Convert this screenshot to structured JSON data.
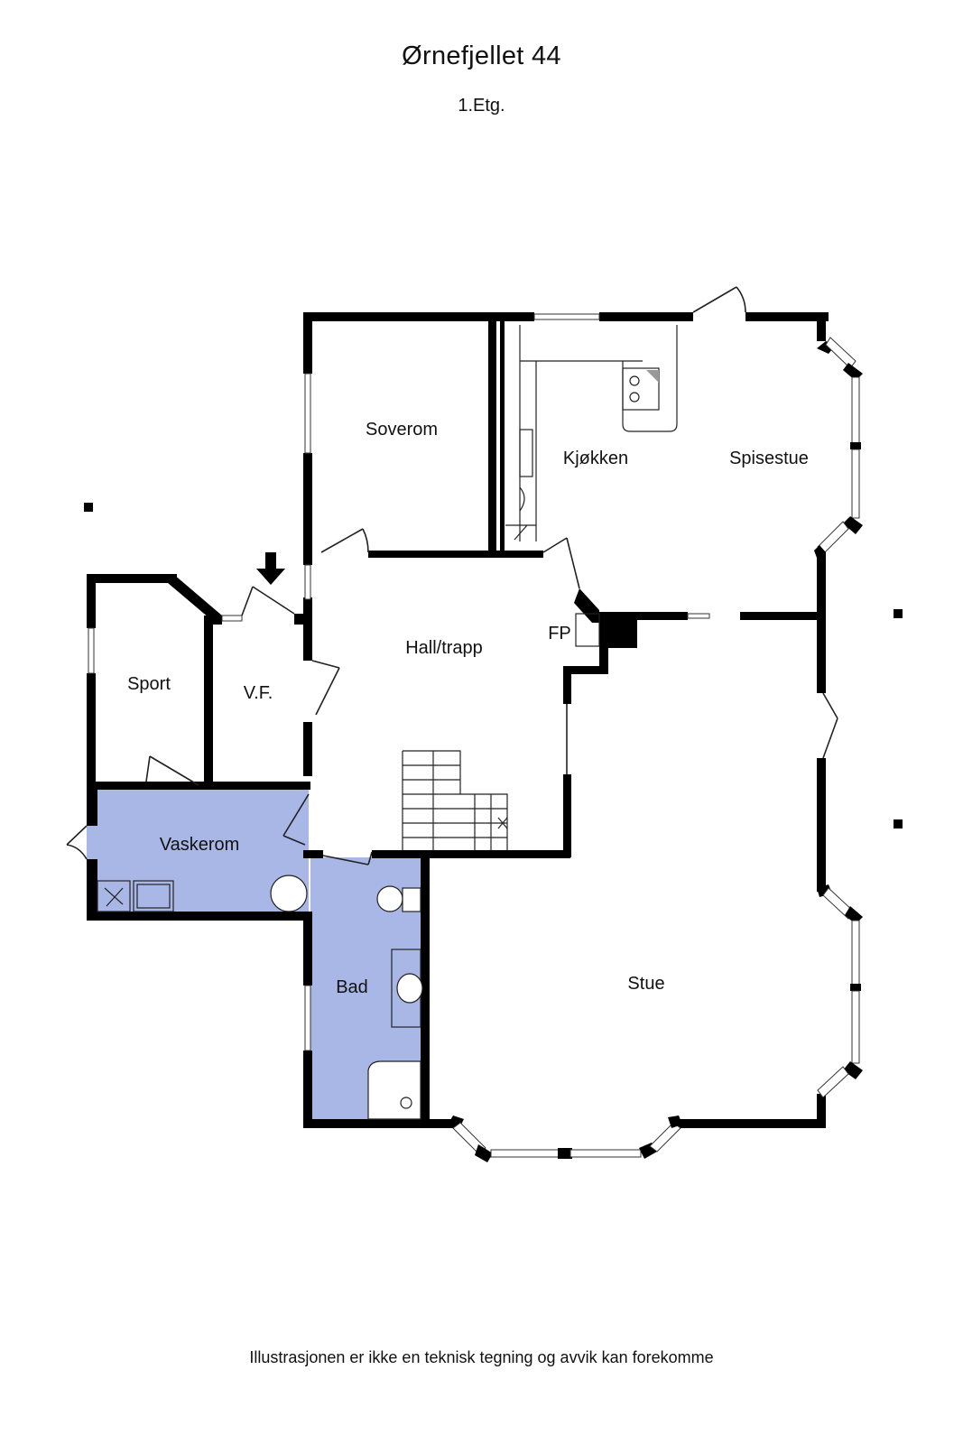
{
  "header": {
    "title": "Ørnefjellet 44",
    "subtitle": "1.Etg."
  },
  "rooms": {
    "soverom": "Soverom",
    "kjokken": "Kjøkken",
    "spisestue": "Spisestue",
    "sport": "Sport",
    "vf": "V.F.",
    "hall": "Hall/trapp",
    "fp": "FP",
    "vaskerom": "Vaskerom",
    "bad": "Bad",
    "stue": "Stue"
  },
  "footer": {
    "disclaimer": "Illustrasjonen er ikke en teknisk tegning og avvik kan forekomme"
  },
  "colors": {
    "wet_room_fill": "#a9b7e6",
    "wall": "#000000",
    "background": "#ffffff"
  }
}
